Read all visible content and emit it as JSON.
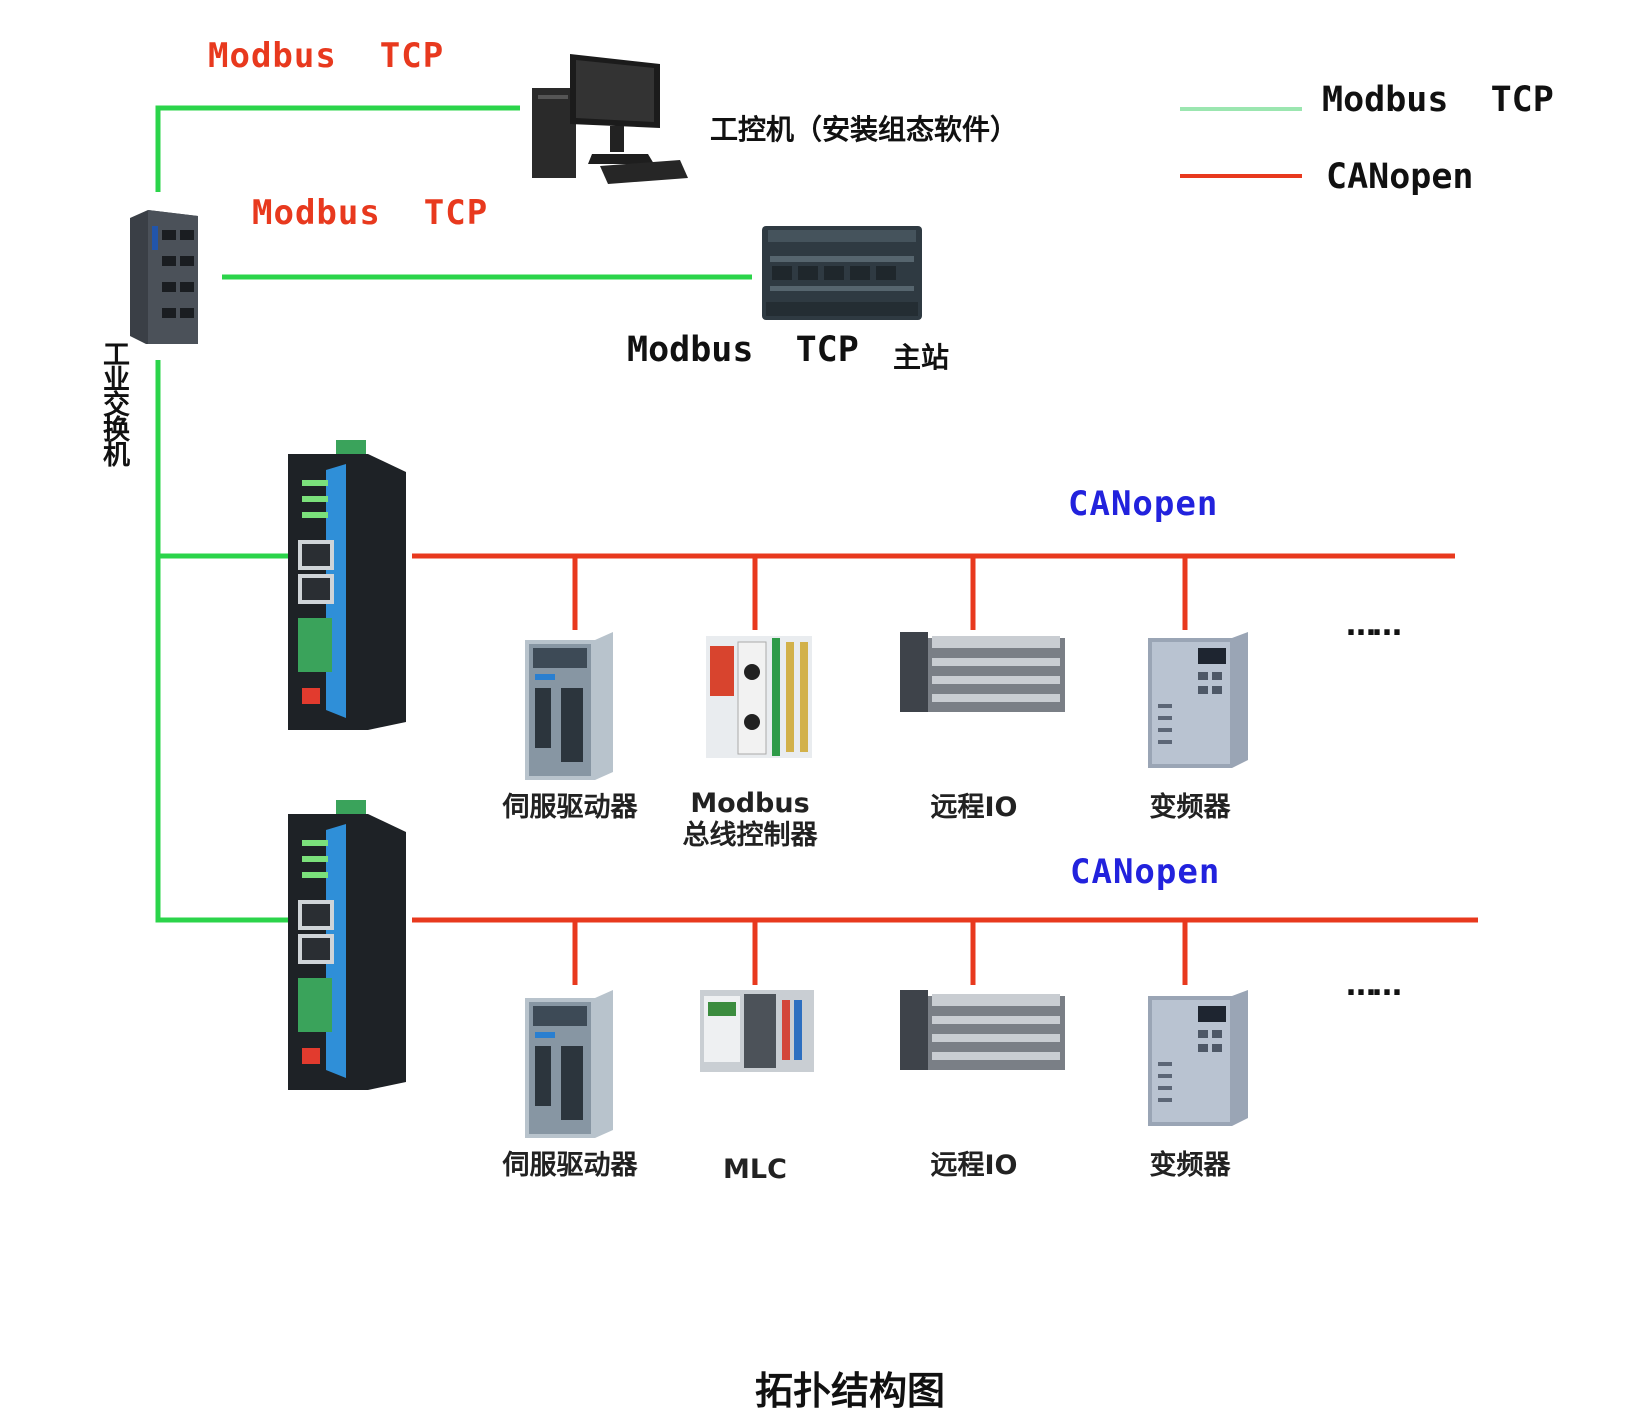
{
  "colors": {
    "modbus_tcp": "#2bd44a",
    "canopen": "#e8391e",
    "canopen_label": "#2222dd"
  },
  "legend": [
    {
      "label": "Modbus  TCP",
      "color": "#9be6b0"
    },
    {
      "label": "CANopen",
      "color": "#e8391e"
    }
  ],
  "top_labels": {
    "link1": "Modbus  TCP",
    "link2": "Modbus  TCP"
  },
  "devices": {
    "ipc": "工控机（安装组态软件）",
    "master": {
      "protocol": "Modbus  TCP",
      "role": "主站"
    },
    "switch": "工业交换机"
  },
  "bus1": {
    "label": "CANopen",
    "nodes": [
      {
        "label": "伺服驱动器",
        "icon": "servo-drive-icon"
      },
      {
        "label": "Modbus\n总线控制器",
        "icon": "bus-controller-icon"
      },
      {
        "label": "远程IO",
        "icon": "remote-io-icon"
      },
      {
        "label": "变频器",
        "icon": "inverter-icon"
      }
    ],
    "more": "……"
  },
  "bus2": {
    "label": "CANopen",
    "nodes": [
      {
        "label": "伺服驱动器",
        "icon": "servo-drive-icon"
      },
      {
        "label": "MLC",
        "icon": "mlc-icon"
      },
      {
        "label": "远程IO",
        "icon": "remote-io-icon"
      },
      {
        "label": "变频器",
        "icon": "inverter-icon"
      }
    ],
    "more": "……"
  },
  "caption": "拓扑结构图"
}
